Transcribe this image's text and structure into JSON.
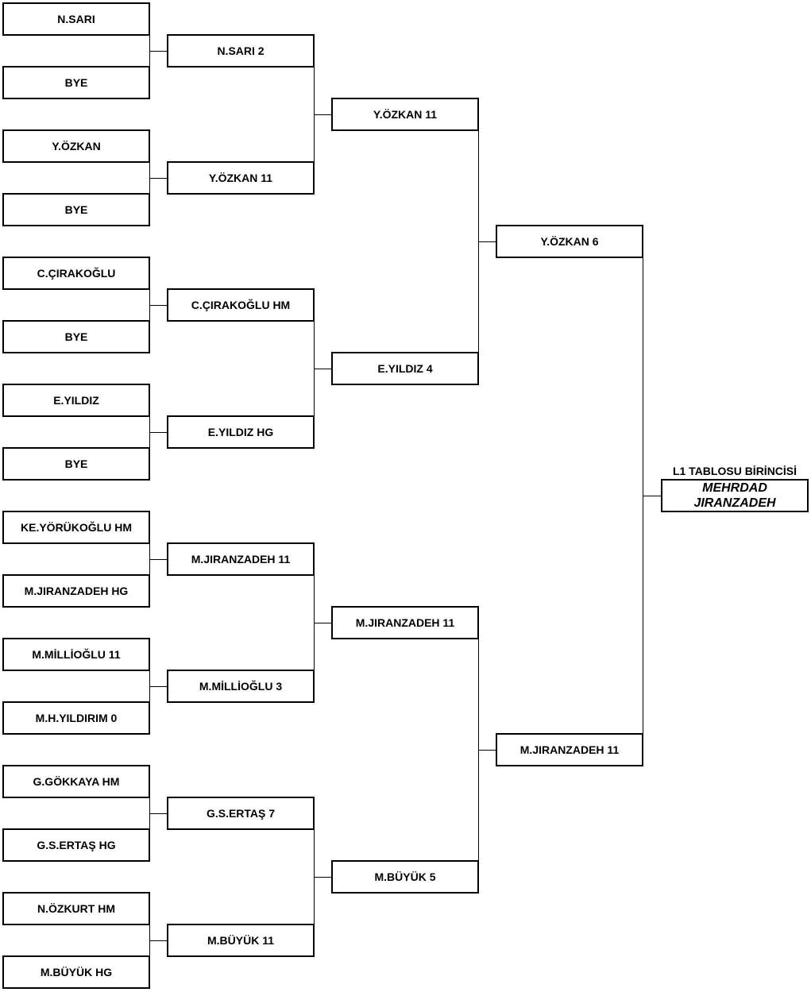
{
  "bracket": {
    "round1": [
      "N.SARI",
      "BYE",
      "Y.ÖZKAN",
      "BYE",
      "C.ÇIRAKOĞLU",
      "BYE",
      "E.YILDIZ",
      "BYE",
      "KE.YÖRÜKOĞLU  HM",
      "M.JIRANZADEH  HG",
      "M.MİLLİOĞLU  11",
      "M.H.YILDIRIM  0",
      "G.GÖKKAYA  HM",
      "G.S.ERTAŞ  HG",
      "N.ÖZKURT  HM",
      "M.BÜYÜK  HG"
    ],
    "round2": [
      "N.SARI  2",
      "Y.ÖZKAN  11",
      "C.ÇIRAKOĞLU  HM",
      "E.YILDIZ  HG",
      "M.JIRANZADEH  11",
      "M.MİLLİOĞLU  3",
      "G.S.ERTAŞ  7",
      "M.BÜYÜK  11"
    ],
    "round3": [
      "Y.ÖZKAN  11",
      "E.YILDIZ  4",
      "M.JIRANZADEH  11",
      "M.BÜYÜK  5"
    ],
    "round4": [
      "Y.ÖZKAN  6",
      "M.JIRANZADEH  11"
    ],
    "champion_title": "L1 TABLOSU BİRİNCİSİ",
    "champion": "MEHRDAD JIRANZADEH"
  }
}
